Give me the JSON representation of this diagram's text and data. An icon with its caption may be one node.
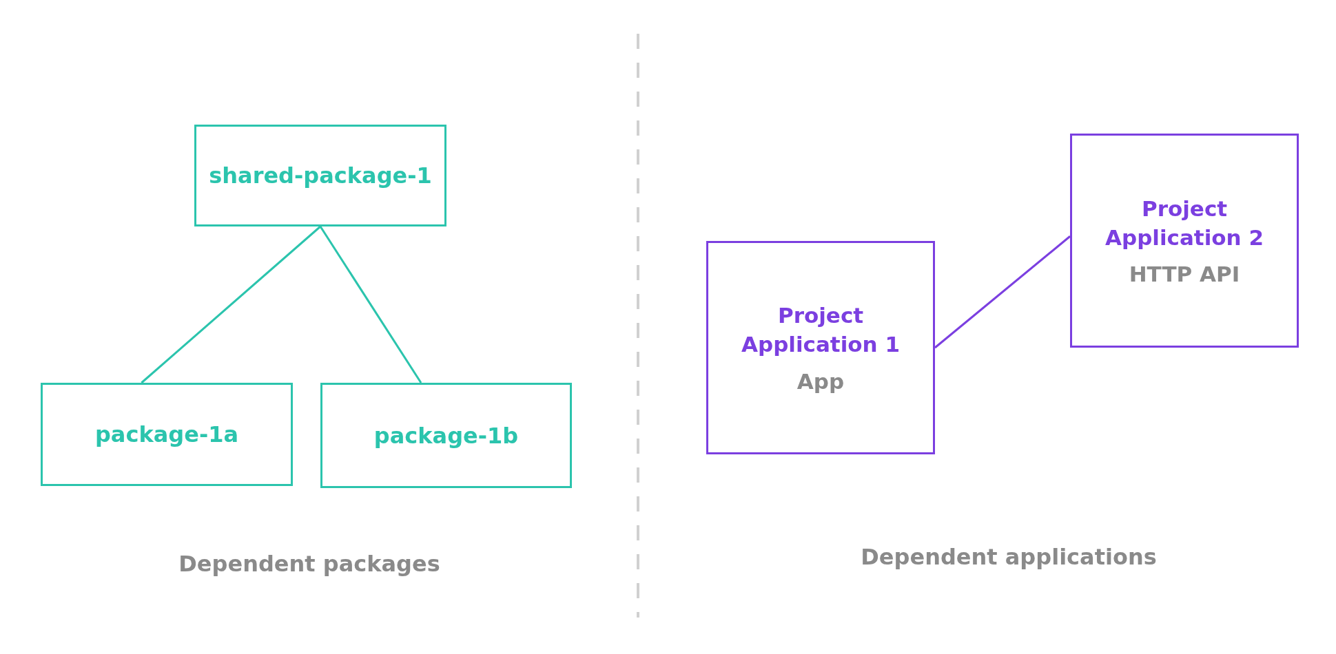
{
  "diagram": {
    "nodes": [
      {
        "text": [
          "shared-package-1"
        ]
      },
      {
        "text": [
          "package-1a"
        ]
      },
      {
        "text": [
          "package-1b"
        ]
      },
      {
        "text": [
          "Project Application 1",
          "App"
        ]
      },
      {
        "text": [
          "Project Application 2",
          "HTTP API"
        ]
      }
    ],
    "edges": [
      {
        "from": 0,
        "to": 1,
        "arrow": "none"
      },
      {
        "from": 0,
        "to": 2,
        "arrow": "none"
      },
      {
        "from": 3,
        "to": 4,
        "arrow": "none",
        "color": "#7b3fe0"
      }
    ],
    "labels": [
      "Dependent packages",
      "Dependent applications"
    ]
  }
}
